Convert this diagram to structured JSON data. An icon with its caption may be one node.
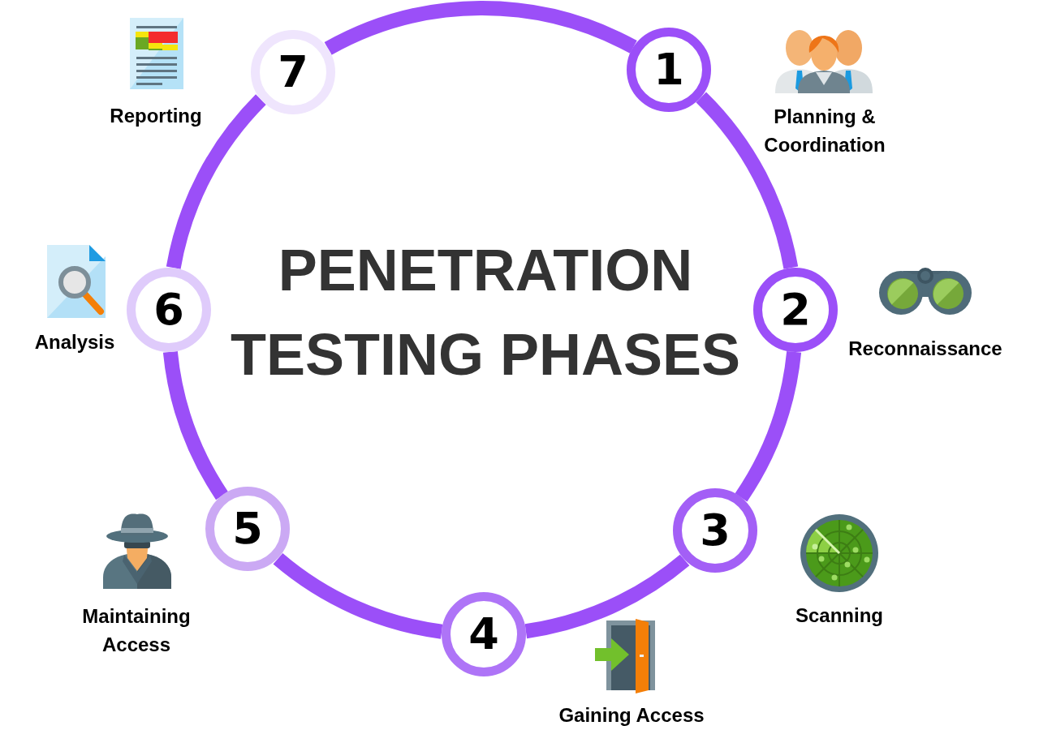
{
  "diagram": {
    "title": "PENETRATION TESTING PHASES",
    "nodes": [
      {
        "text": [
          "1"
        ],
        "beside": [
          "Planning & Coordination"
        ]
      },
      {
        "text": [
          "2"
        ],
        "beside": [
          "Reconnaissance"
        ]
      },
      {
        "text": [
          "3"
        ],
        "beside": [
          "Scanning"
        ]
      },
      {
        "text": [
          "4"
        ],
        "beside": [
          "Gaining Access"
        ]
      },
      {
        "text": [
          "5"
        ],
        "beside": [
          "Maintaining Access"
        ]
      },
      {
        "text": [
          "6"
        ],
        "beside": [
          "Analysis"
        ]
      },
      {
        "text": [
          "7"
        ],
        "beside": [
          "Reporting"
        ]
      }
    ],
    "edges": [
      {
        "from": 0,
        "to": 1,
        "arrow": "none"
      },
      {
        "from": 1,
        "to": 2,
        "arrow": "none"
      },
      {
        "from": 2,
        "to": 3,
        "arrow": "none"
      },
      {
        "from": 3,
        "to": 4,
        "arrow": "none"
      },
      {
        "from": 4,
        "to": 5,
        "arrow": "none"
      },
      {
        "from": 5,
        "to": 6,
        "arrow": "none"
      },
      {
        "from": 6,
        "to": 0,
        "arrow": "none"
      }
    ]
  }
}
